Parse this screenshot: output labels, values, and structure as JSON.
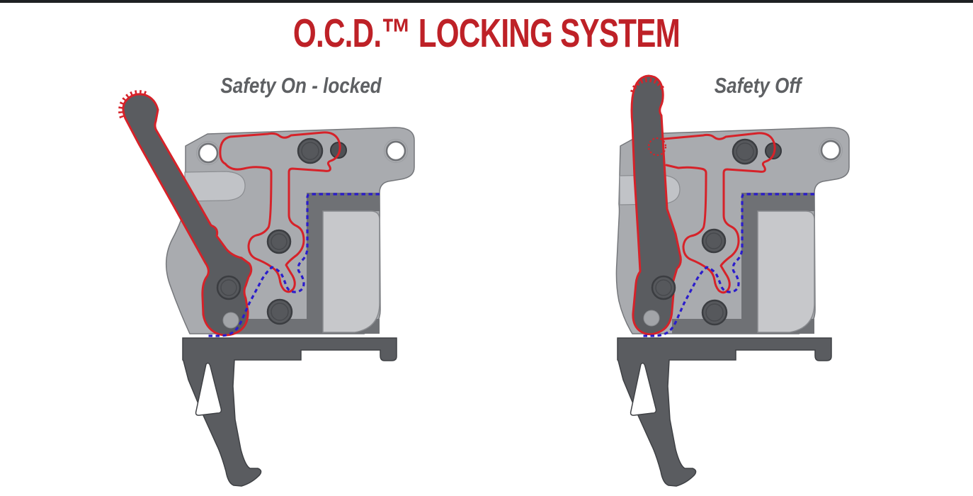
{
  "header": {
    "title": "O.C.D.™ LOCKING SYSTEM",
    "title_color": "#BE2127",
    "top_bar_color": "#1E2023"
  },
  "diagrams": {
    "left": {
      "label": "Safety On - locked"
    },
    "right": {
      "label": "Safety Off"
    }
  },
  "legend_colors": {
    "safety_linkage_outline_red": "#D62229",
    "trigger_lock_outline_blue": "#2B1DCB",
    "housing_gray": "#A9ABAF",
    "metal_dark_gray": "#5A5C60",
    "side_plate_light_gray": "#C7C8CB",
    "label_gray": "#5E6063"
  }
}
